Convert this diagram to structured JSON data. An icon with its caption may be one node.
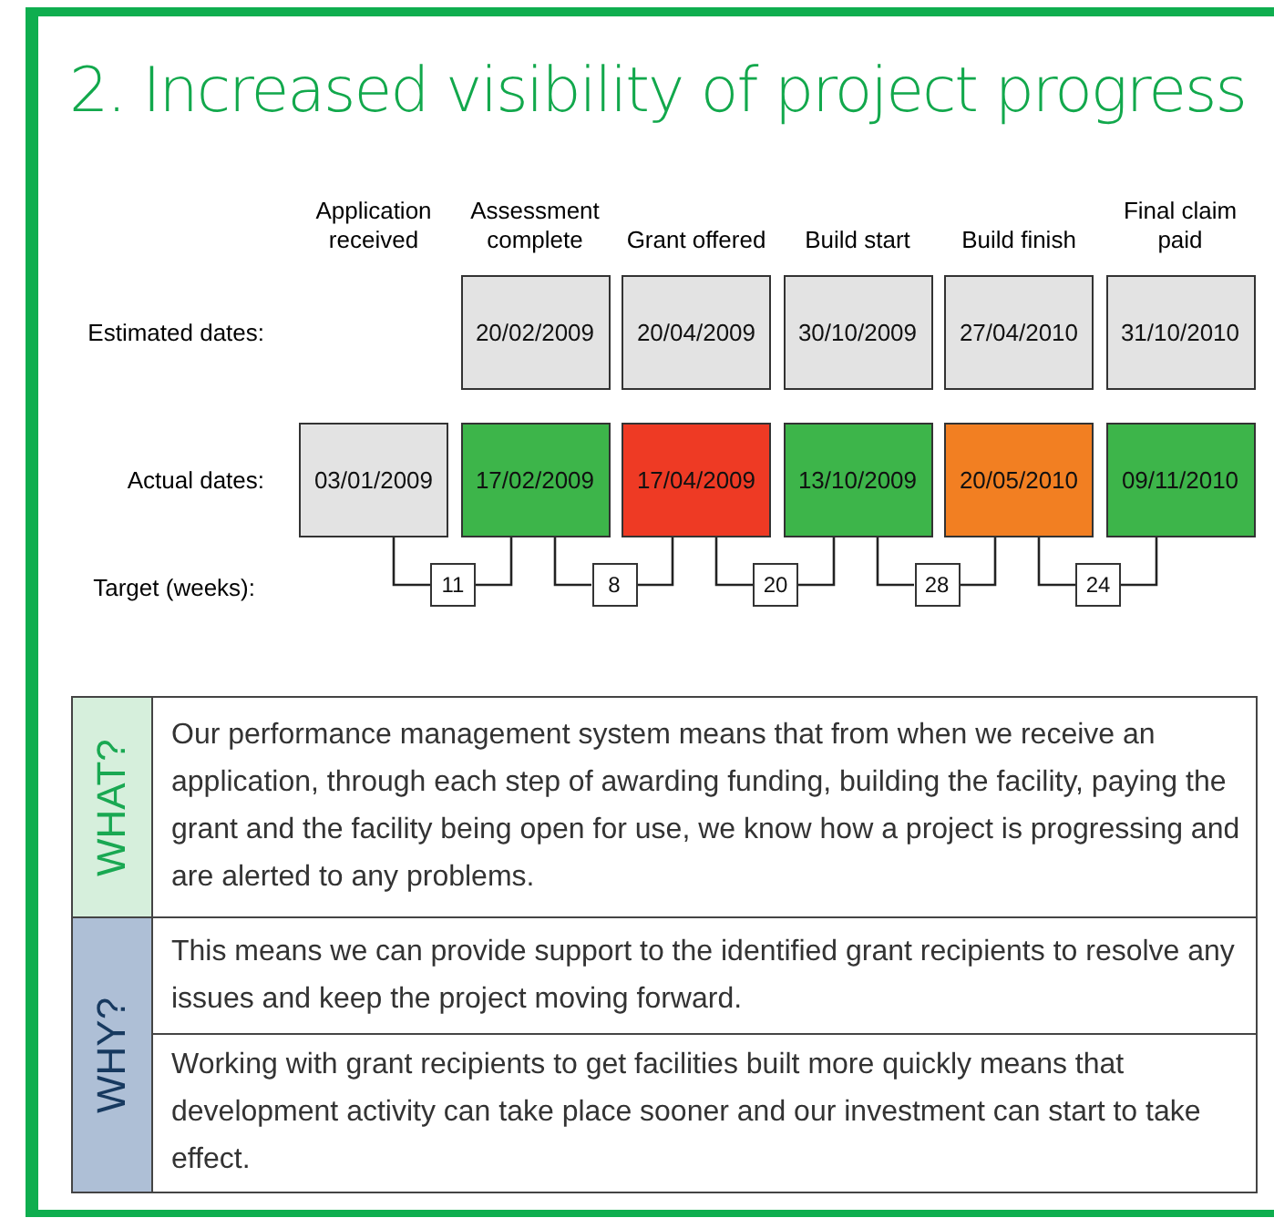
{
  "diagram": {
    "nodes": [
      {
        "text": [
          "20/02/2009"
        ]
      },
      {
        "text": [
          "20/04/2009"
        ]
      },
      {
        "text": [
          "30/10/2009"
        ]
      },
      {
        "text": [
          "27/04/2010"
        ]
      },
      {
        "text": [
          "31/10/2010"
        ]
      },
      {
        "text": [
          "03/01/2009"
        ]
      },
      {
        "text": [
          "17/02/2009"
        ]
      },
      {
        "text": [
          "17/04/2009"
        ]
      },
      {
        "text": [
          "13/10/2009"
        ]
      },
      {
        "text": [
          "20/05/2010"
        ]
      },
      {
        "text": [
          "09/11/2010"
        ]
      },
      {
        "text": [
          "11"
        ]
      },
      {
        "text": [
          "8"
        ]
      },
      {
        "text": [
          "20"
        ]
      },
      {
        "text": [
          "28"
        ]
      },
      {
        "text": [
          "24"
        ]
      }
    ],
    "edges": [
      {
        "from": 5,
        "to": 11,
        "arrow": "none"
      },
      {
        "from": 11,
        "to": 6,
        "arrow": "none"
      },
      {
        "from": 6,
        "to": 12,
        "arrow": "none"
      },
      {
        "from": 12,
        "to": 7,
        "arrow": "none"
      },
      {
        "from": 7,
        "to": 13,
        "arrow": "none"
      },
      {
        "from": 13,
        "to": 8,
        "arrow": "none"
      },
      {
        "from": 8,
        "to": 14,
        "arrow": "none"
      },
      {
        "from": 14,
        "to": 9,
        "arrow": "none"
      },
      {
        "from": 9,
        "to": 15,
        "arrow": "none"
      },
      {
        "from": 15,
        "to": 10,
        "arrow": "none"
      }
    ],
    "labels": [
      "2. Increased visibility of project progress",
      "Application received",
      "Assessment complete",
      "Grant offered",
      "Build start",
      "Build finish",
      "Final claim paid",
      "Estimated dates:",
      "Actual dates:",
      "Target (weeks):",
      "WHAT?",
      "Our performance management system means that from when we receive an application, through each step of awarding funding, building the facility, paying the grant and the facility being open for use, we know how a project is progressing and are alerted to any problems.",
      "WHY?",
      "This means we can provide support to the identified grant recipients to resolve any issues and keep the project moving forward.",
      "Working with grant recipients to get facilities built more quickly means that development activity can take place sooner and our investment can start to take effect."
    ]
  }
}
